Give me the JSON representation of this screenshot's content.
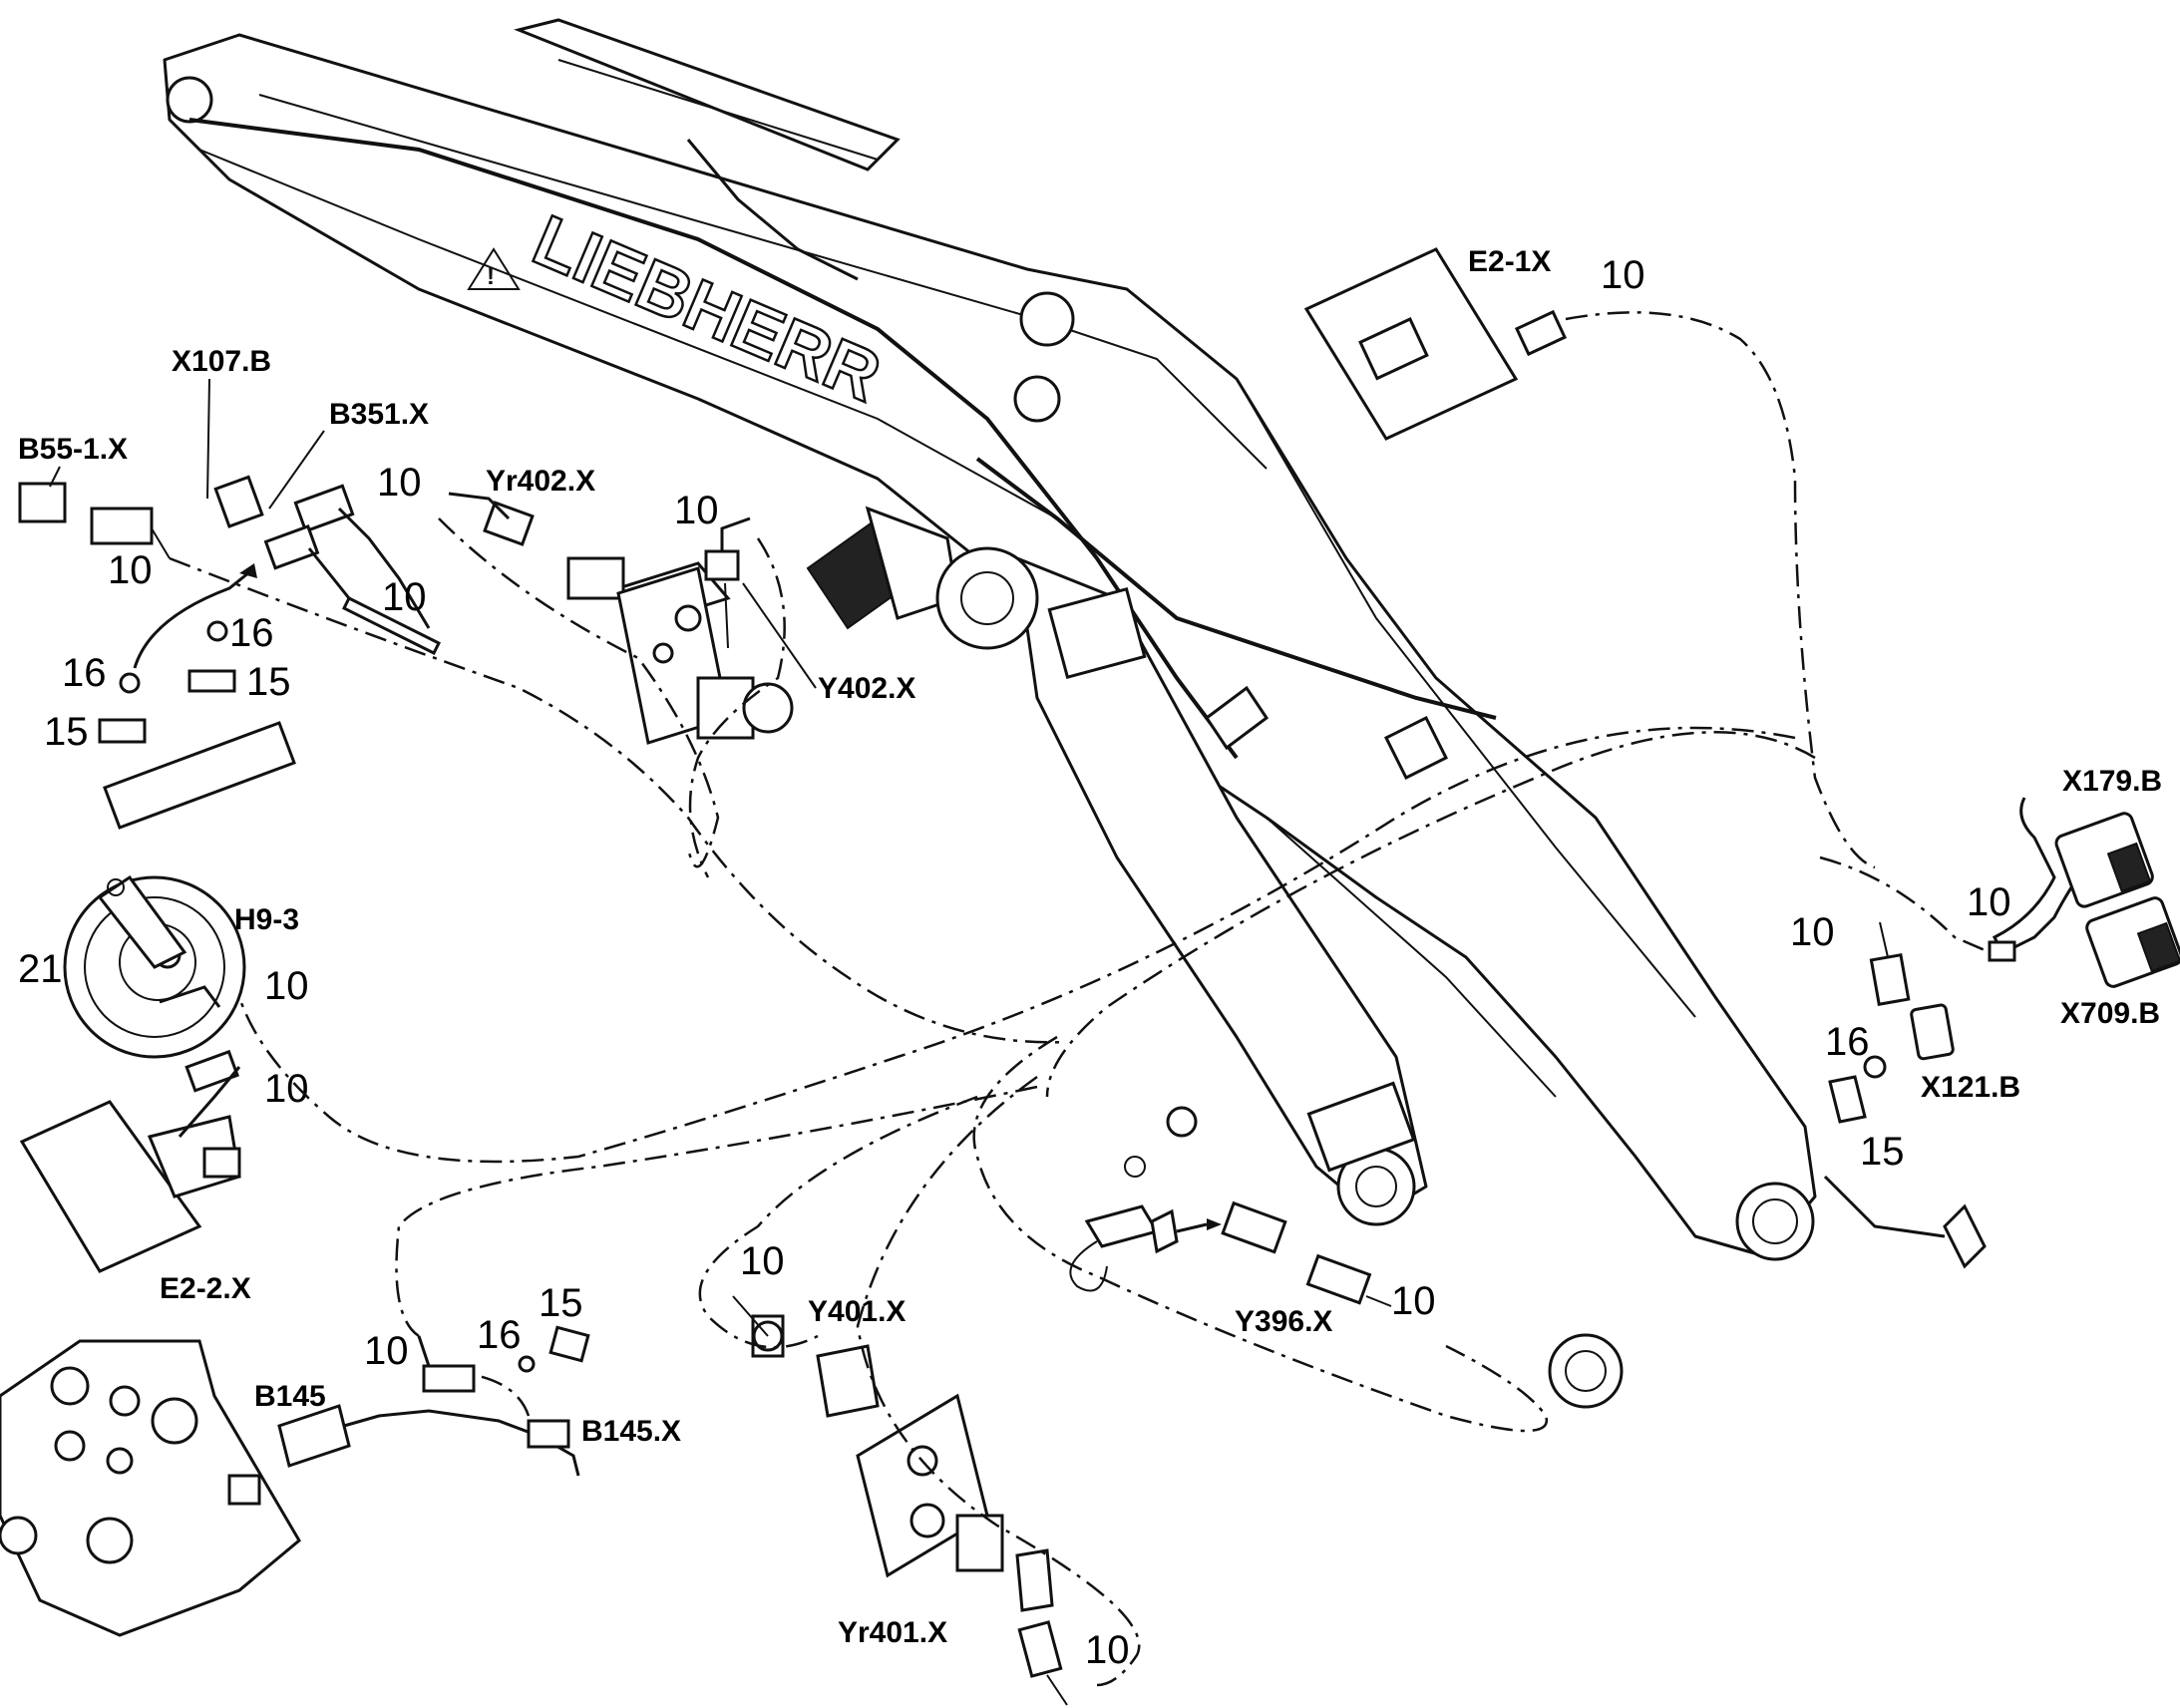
{
  "labels": {
    "e2_1x": "E2-1X",
    "x107b": "X107.B",
    "b351x": "B351.X",
    "b55_1x": "B55-1.X",
    "yr402x": "Yr402.X",
    "y402x": "Y402.X",
    "h9_3": "H9-3",
    "e2_2x": "E2-2.X",
    "b145": "B145",
    "b145x": "B145.X",
    "y401x": "Y401.X",
    "yr401x": "Yr401.X",
    "y396x": "Y396.X",
    "x179b": "X179.B",
    "x709b": "X709.B",
    "x121b": "X121.B"
  },
  "callouts": {
    "c10": "10",
    "c15": "15",
    "c16": "16",
    "c21": "21"
  },
  "boom": {
    "brand_text": "LIEBHERR"
  },
  "colors": {
    "ink": "#111111",
    "paper": "#ffffff"
  }
}
